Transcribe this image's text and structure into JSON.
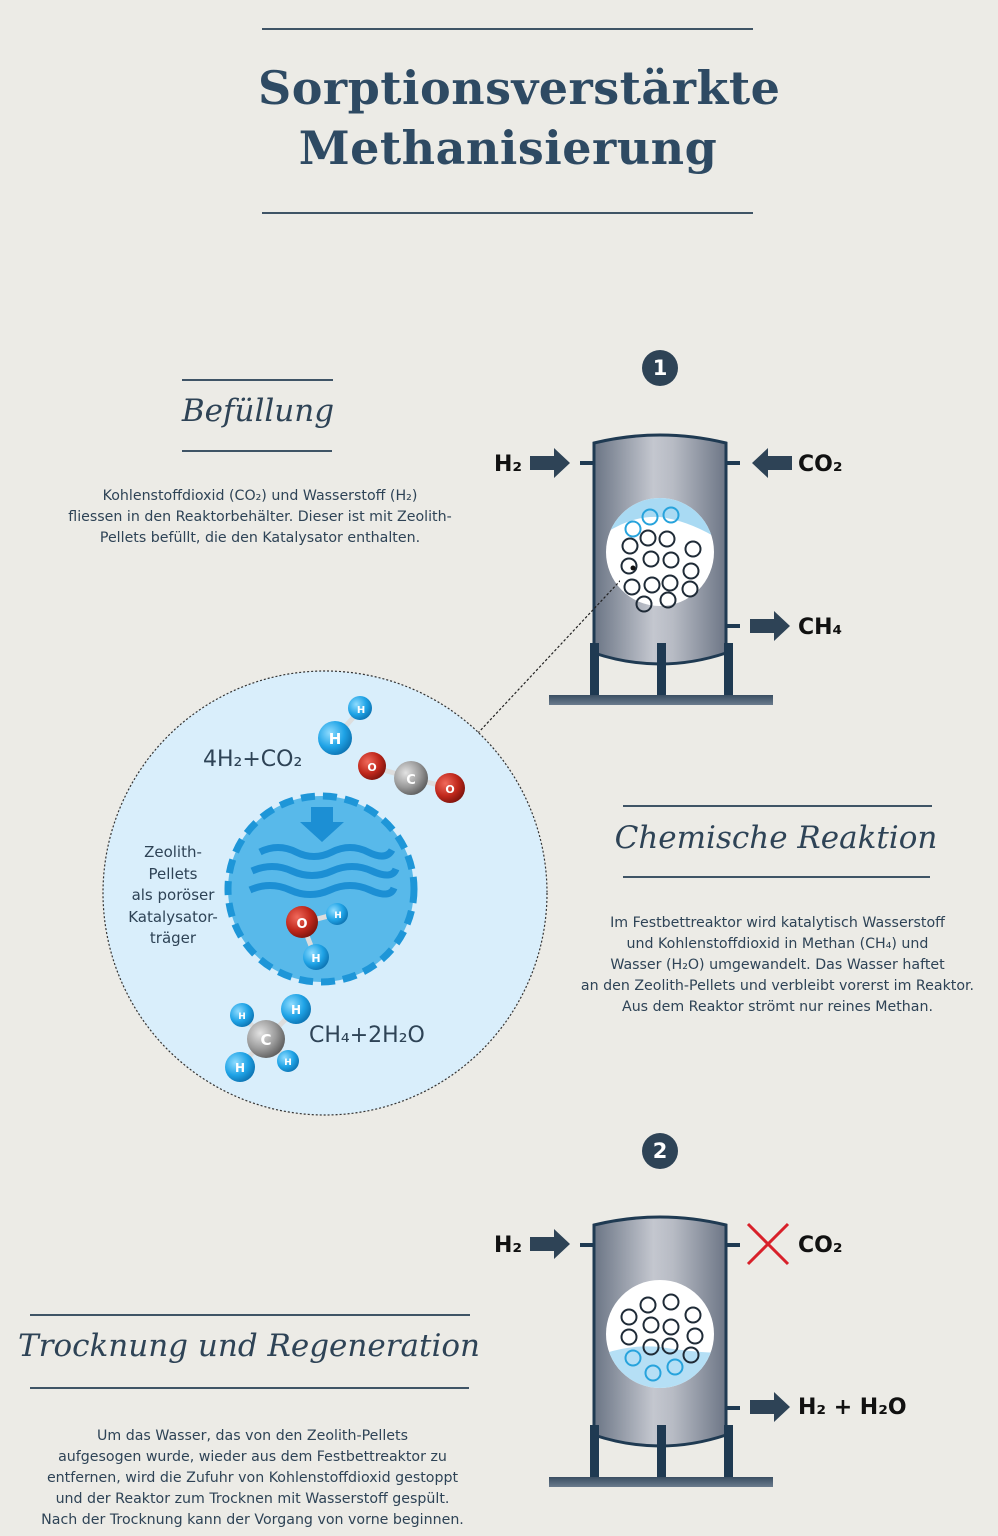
{
  "header": {
    "title_line1": "Sorptionsverstärkte",
    "title_line2": "Methanisierung"
  },
  "colors": {
    "background": "#ecebe6",
    "navy": "#2e4356",
    "water_blue": "#29a3e0",
    "light_blue": "#d9eefb",
    "hydrogen": "#1fa3e6",
    "oxygen": "#c0281c",
    "carbon": "#8c8c8c",
    "stop_red": "#d8202a"
  },
  "section1": {
    "title": "Befüllung",
    "text_lines": [
      "Kohlenstoffdioxid (CO₂) und Wasserstoff (H₂)",
      "fliessen in den Reaktorbehälter. Dieser ist mit Zeolith-",
      "Pellets befüllt, die den Katalysator enthalten."
    ],
    "step_number": "1",
    "reactor": {
      "inlet_left": "H₂",
      "inlet_right": "CO₂",
      "outlet": "CH₄",
      "water_position": "top"
    }
  },
  "zoom_detail": {
    "reactants": "4H₂+CO₂",
    "products": "CH₄+2H₂O",
    "pellet_label_lines": [
      "Zeolith-",
      "Pellets",
      "als poröser",
      "Katalysator-",
      "träger"
    ],
    "molecules": [
      {
        "name": "hydrogen-molecule",
        "atoms": [
          "H",
          "H"
        ]
      },
      {
        "name": "carbon-dioxide-molecule",
        "atoms": [
          "O",
          "C",
          "O"
        ]
      },
      {
        "name": "water-molecule",
        "atoms": [
          "O",
          "H",
          "H"
        ]
      },
      {
        "name": "methane-molecule",
        "atoms": [
          "C",
          "H",
          "H",
          "H",
          "H"
        ]
      }
    ]
  },
  "section2": {
    "title": "Chemische Reaktion",
    "text_lines": [
      "Im Festbettreaktor wird katalytisch Wasserstoff",
      "und Kohlenstoffdioxid in Methan (CH₄) und",
      "Wasser (H₂O) umgewandelt. Das Wasser haftet",
      "an den Zeolith-Pellets und verbleibt vorerst im Reaktor.",
      "Aus dem Reaktor strömt nur reines Methan."
    ]
  },
  "section3": {
    "title": "Trocknung und Regeneration",
    "text_lines": [
      "Um das Wasser, das von den Zeolith-Pellets",
      "aufgesogen wurde, wieder aus dem Festbettreaktor zu",
      "entfernen, wird die Zufuhr von Kohlenstoffdioxid gestoppt",
      "und der Reaktor zum Trocknen mit Wasserstoff gespült.",
      "Nach der Trocknung kann der Vorgang von vorne beginnen."
    ],
    "step_number": "2",
    "reactor": {
      "inlet_left": "H₂",
      "inlet_right": "CO₂",
      "inlet_right_status": "stopped",
      "outlet": "H₂ + H₂O",
      "water_position": "bottom"
    }
  }
}
